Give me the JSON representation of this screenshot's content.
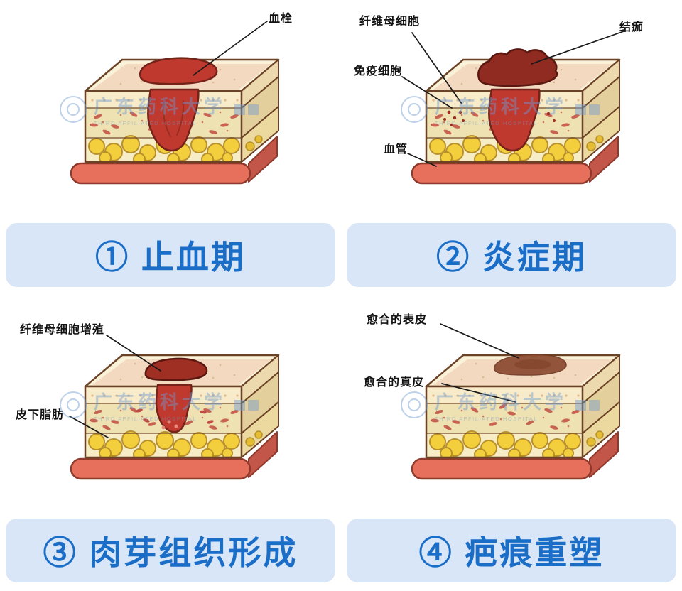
{
  "watermark": {
    "cn": "广东药科大学",
    "en": "THIRD AFFILIATED HOSPITAL"
  },
  "panels": [
    {
      "caption": "① 止血期",
      "labels": [
        {
          "text": "血栓"
        }
      ]
    },
    {
      "caption": "② 炎症期",
      "labels": [
        {
          "text": "纤维母细胞"
        },
        {
          "text": "结痂"
        },
        {
          "text": "免疫细胞"
        },
        {
          "text": "血管"
        }
      ]
    },
    {
      "caption": "③ 肉芽组织形成",
      "labels": [
        {
          "text": "纤维母细胞增殖"
        },
        {
          "text": "皮下脂肪"
        }
      ]
    },
    {
      "caption": "④ 疤痕重塑",
      "labels": [
        {
          "text": "愈合的表皮"
        },
        {
          "text": "愈合的真皮"
        }
      ]
    }
  ],
  "colors": {
    "caption_bg": "#d8e6f7",
    "caption_text": "#1b6ec8",
    "outline": "#6b4226",
    "top_face": "#f9f1d8",
    "top_wash": "#f3d9c0",
    "epidermis": "#f7ebc9",
    "epidermis_side": "#ecd9ae",
    "dermis": "#efe2b2",
    "dermis_side": "#e3cf9c",
    "fat_bg": "#f6ecc6",
    "fat_side": "#ecd9a0",
    "fat_ball": "#f3cf3e",
    "fat_ball_stroke": "#b8902c",
    "fat_ball_side": "#e4bd32",
    "muscle": "#e6705c",
    "muscle_side": "#c25648",
    "muscle_stroke": "#8f3a2c",
    "cell": "#c14b42",
    "immune_cell": "#9e2d24",
    "clot": "#bf392e",
    "clot_stroke": "#74221a",
    "clot_streak": "#8e2a20",
    "scab": "#8f2b21",
    "scab_stroke": "#5a1710",
    "gran_cap": "#9e2f22",
    "gran_dot": "#e8867a",
    "scar": "#8a4a30",
    "scar_stroke": "#6e3a24",
    "label_text": "#121212",
    "leader": "#1a1a1a",
    "watermark": "#6f9bd1"
  }
}
